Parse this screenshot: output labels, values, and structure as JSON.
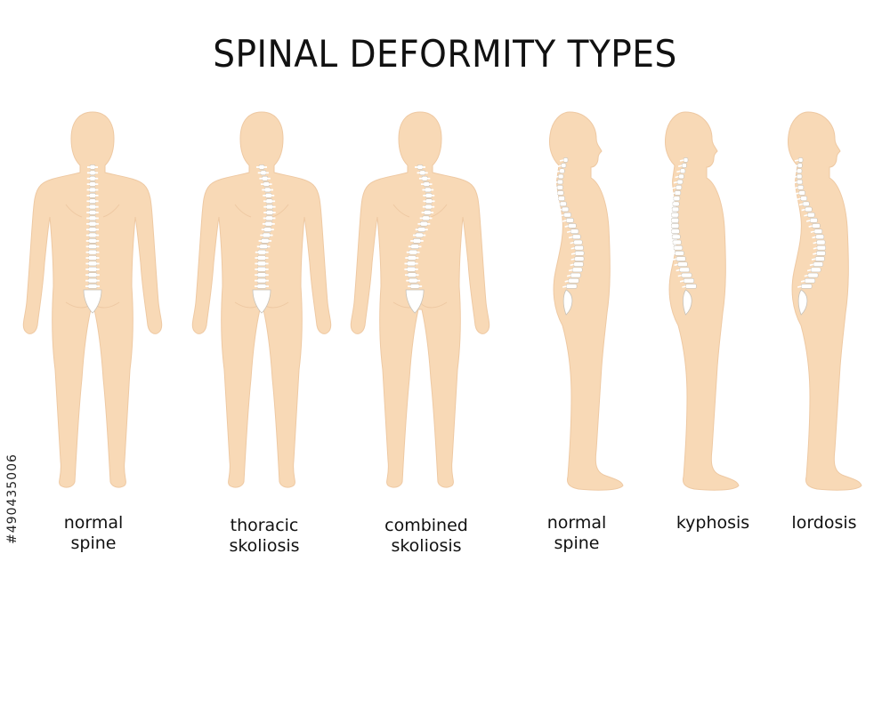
{
  "title": "SPINAL DEFORMITY TYPES",
  "stock_id": "#490435006",
  "colors": {
    "skin": "#f8d9b6",
    "skin_edge": "#eec9a3",
    "bone": "#ffffff",
    "bone_edge": "#c8c2b8",
    "text": "#111111"
  },
  "figures": [
    {
      "view": "back",
      "spine": "normal",
      "caption": [
        "normal",
        "spine"
      ]
    },
    {
      "view": "back",
      "spine": "thoracic",
      "caption": [
        "thoracic",
        "skoliosis"
      ]
    },
    {
      "view": "back",
      "spine": "combined",
      "caption": [
        "combined",
        "skoliosis"
      ]
    },
    {
      "view": "side",
      "spine": "normal",
      "caption": [
        "normal",
        "spine"
      ]
    },
    {
      "view": "side",
      "spine": "kyphosis",
      "caption": [
        "kyphosis"
      ]
    },
    {
      "view": "side",
      "spine": "lordosis",
      "caption": [
        "lordosis"
      ]
    }
  ]
}
